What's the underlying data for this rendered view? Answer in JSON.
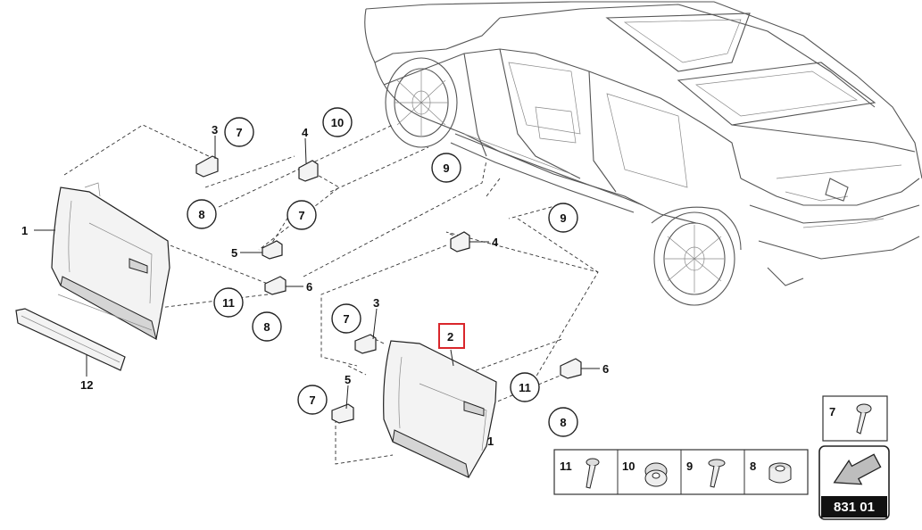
{
  "callouts": {
    "n1": "1",
    "n2": "2",
    "n3": "3",
    "n4": "4",
    "n5": "5",
    "n6": "6",
    "n7": "7",
    "n8": "8",
    "n9": "9",
    "n10": "10",
    "n11": "11",
    "n12": "12"
  },
  "legend": {
    "items": [
      "11",
      "10",
      "9",
      "8"
    ],
    "screw_label": "7"
  },
  "page_code": "831 01",
  "highlight_color": "#d9262b"
}
